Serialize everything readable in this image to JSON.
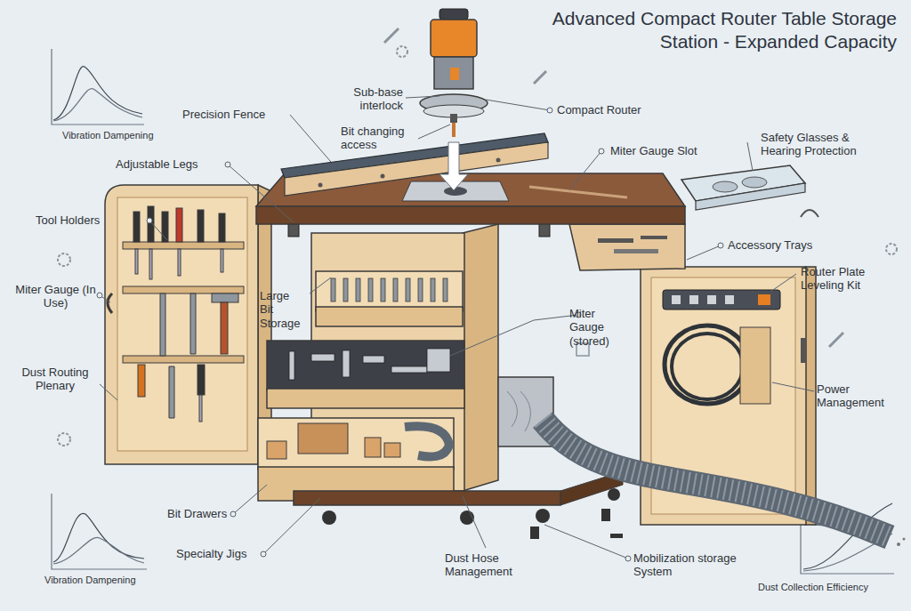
{
  "diagram": {
    "title": "Advanced Compact Router Table Storage Station - Expanded Capacity",
    "labels": [
      "Sub-base interlock",
      "Compact Router",
      "Precision Fence",
      "Bit changing access",
      "Vibration Dampening",
      "Safety Glasses & Hearing Protection",
      "Miter Gauge Slot",
      "Adjustable Legs",
      "Tool Holders",
      "Accessory Trays",
      "Router Plate Leveling Kit",
      "Miter Gauge (In Use)",
      "Large Bit Storage",
      "Miter Gauge (stored)",
      "Dust Routing Plenary",
      "Power Management",
      "Bit Drawers",
      "Specialty Jigs",
      "Dust Hose Management",
      "Mobilization storage System",
      "Vibration Dampening",
      "Dust Collection Efficiency"
    ]
  }
}
